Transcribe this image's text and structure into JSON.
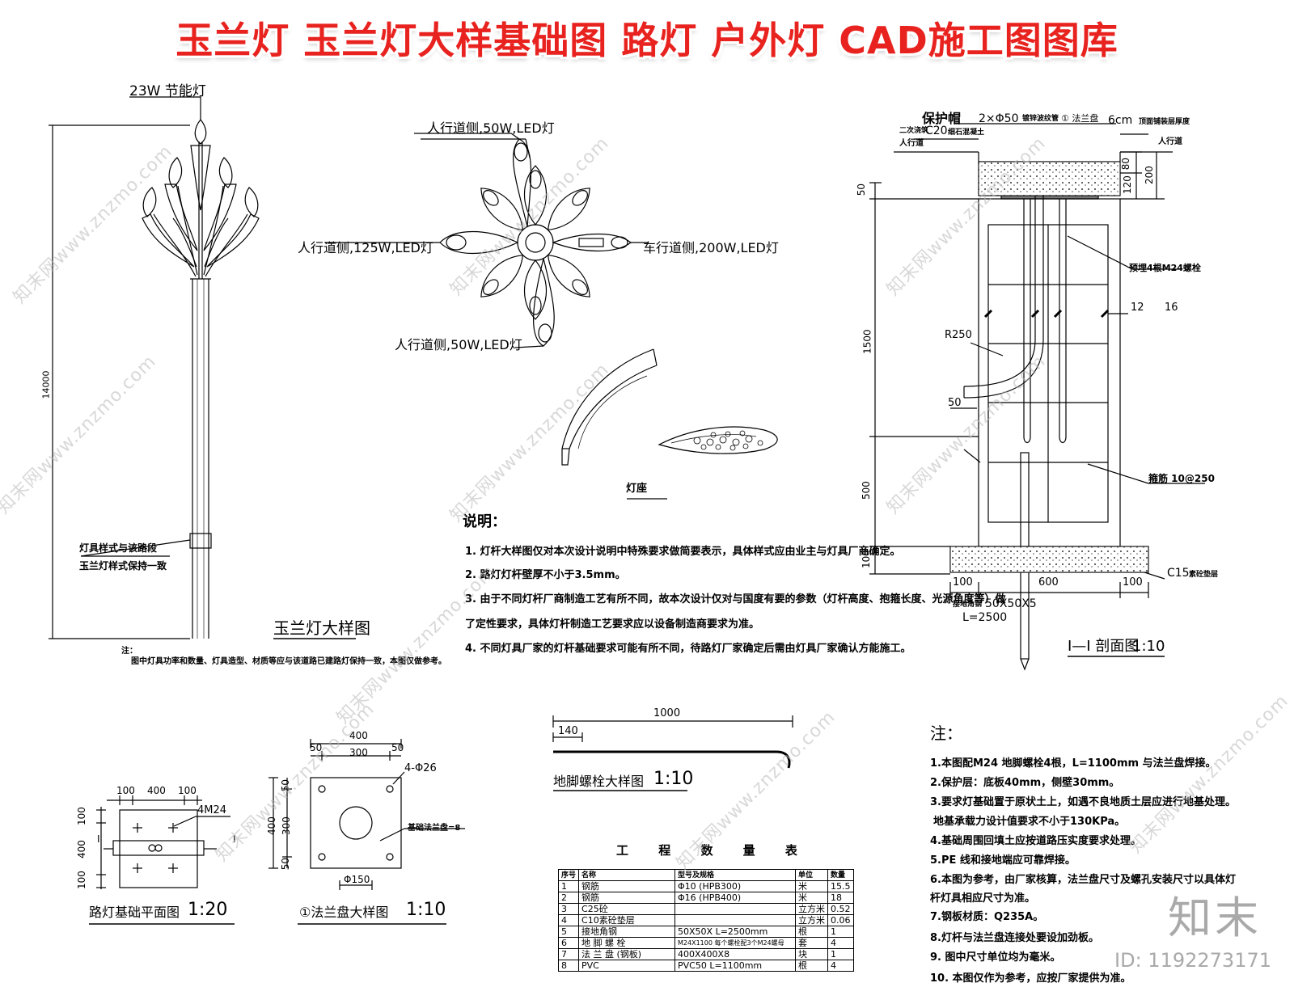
{
  "title": "玉兰灯 玉兰灯大样基础图 路灯 户外灯 CAD施工图图库",
  "pole": {
    "lamp_label": "23W 节能灯",
    "height_dim": "14000",
    "style_note_1": "灯具样式与该路段",
    "style_note_2": "玉兰灯样式保持一致",
    "drawing_title": "玉兰灯大样图",
    "note_head": "注：",
    "note_body": "图中灯具功率和数量、灯具造型、材质等应与该道路已建路灯保持一致，本图仅做参考。"
  },
  "plan": {
    "label_ped_top": "人行道侧,50W,LED灯",
    "label_ped_left": "人行道侧,125W,LED灯",
    "label_car_right": "车行道侧,200W,LED灯",
    "label_ped_bottom": "人行道侧,50W,LED灯",
    "base_title": "灯座"
  },
  "notes": {
    "head": "说明：",
    "items": [
      "1.  灯杆大样图仅对本次设计说明中特殊要求做简要表示，具体样式应由业主与灯具厂商确定。",
      "2.  路灯灯杆壁厚不小于3.5mm。",
      "3.  由于不同灯杆厂商制造工艺有所不同，故本次设计仅对与国度有要的参数（灯杆高度、抱箍长度、光源角度等）做",
      "了定性要求，具体灯杆制造工艺要求应以设备制造商要求为准。",
      "4.  不同灯具厂家的灯杆基础要求可能有所不同，待路灯厂家确定后需由灯具厂家确认方能施工。"
    ]
  },
  "section": {
    "cap": "保护帽",
    "pipe": "2×Φ50",
    "pipe_note": "镀锌波纹管",
    "flange_mark": "① 法兰盘",
    "top_dim": "6cm",
    "top_note": "顶面铺装层厚度",
    "concrete": "C20",
    "concrete_note": "细石混凝土",
    "sidewalk_left": "人行道",
    "sidewalk_right": "人行道",
    "left_note": "二次浇筑",
    "bolt_note": "预埋4根M24螺栓",
    "rebar_a": "12",
    "rebar_b": "16",
    "radius": "R250",
    "dim_50": "50",
    "stirrup": "箍筋 10@250",
    "c15": "C15",
    "c15_note": "素砼垫层",
    "ground": "接地角钢",
    "ground_size": "50X50X5",
    "ground_len": "L=2500",
    "dims_v": [
      "50",
      "1500",
      "500",
      "100"
    ],
    "dims_right": [
      "80",
      "120",
      "200"
    ],
    "dims_h": [
      "100",
      "600",
      "100"
    ],
    "title": "I—I 剖面图",
    "scale": "1:10"
  },
  "foundation_plan": {
    "dims_top": [
      "100",
      "400",
      "100"
    ],
    "dims_left": [
      "100",
      "400",
      "100"
    ],
    "bolt": "4M24",
    "mark_l": "I",
    "mark_r": "I",
    "title": "路灯基础平面图",
    "scale": "1:20"
  },
  "flange": {
    "dims_top": [
      "400",
      "50",
      "300",
      "50"
    ],
    "dims_left": [
      "50",
      "300",
      "50",
      "400"
    ],
    "holes": "4-Φ26",
    "thick": "基础法兰盘=8",
    "hole_dia": "Φ150",
    "title": "①法兰盘大样图",
    "scale": "1:10"
  },
  "anchor": {
    "length": "1000",
    "hook": "140",
    "title": "地脚螺栓大样图",
    "scale": "1:10"
  },
  "quantity_table": {
    "title": "工 程 数 量 表",
    "headers": [
      "序号",
      "名称",
      "型号及规格",
      "单位",
      "数量"
    ],
    "rows": [
      [
        "1",
        "钢筋",
        "Φ10 (HPB300)",
        "米",
        "15.5"
      ],
      [
        "2",
        "钢筋",
        "Φ16 (HPB400)",
        "米",
        "18"
      ],
      [
        "3",
        "C25砼",
        "",
        "立方米",
        "0.52"
      ],
      [
        "4",
        "C10素砼垫层",
        "",
        "立方米",
        "0.06"
      ],
      [
        "5",
        "接地角钢",
        "50X50X L=2500mm",
        "根",
        "1"
      ],
      [
        "6",
        "地 脚 螺 栓",
        "M24X1100 每个螺栓配3个M24螺母",
        "套",
        "4"
      ],
      [
        "7",
        "法 兰 盘 (钢板)",
        "400X400X8",
        "块",
        "1"
      ],
      [
        "8",
        "PVC",
        "PVC50   L=1100mm",
        "根",
        "4"
      ]
    ]
  },
  "right_notes": {
    "head": "注：",
    "items": [
      "1.本图配M24 地脚螺栓4根，L=1100mm 与法兰盘焊接。",
      "2.保护层：底板40mm，侧壁30mm。",
      "3.要求灯基础置于原状土上，如遇不良地质土层应进行地基处理。",
      "地基承载力设计值要求不小于130KPa。",
      "4.基础周围回填土应按道路压实度要求处理。",
      "5.PE 线和接地端应可靠焊接。",
      "6.本图为参考，由厂家核算，法兰盘尺寸及螺孔安装尺寸以具体灯",
      "   杆灯具相应尺寸为准。",
      "7.钢板材质：Q235A。",
      "8.灯杆与法兰盘连接处要设加劲板。",
      "9.   图中尺寸单位均为毫米。",
      "10.   本图仅作为参考，应按厂家提供为准。"
    ]
  },
  "watermark": "知末网www.znzmo.com",
  "logo": "知末",
  "image_id": "ID: 1192273171"
}
